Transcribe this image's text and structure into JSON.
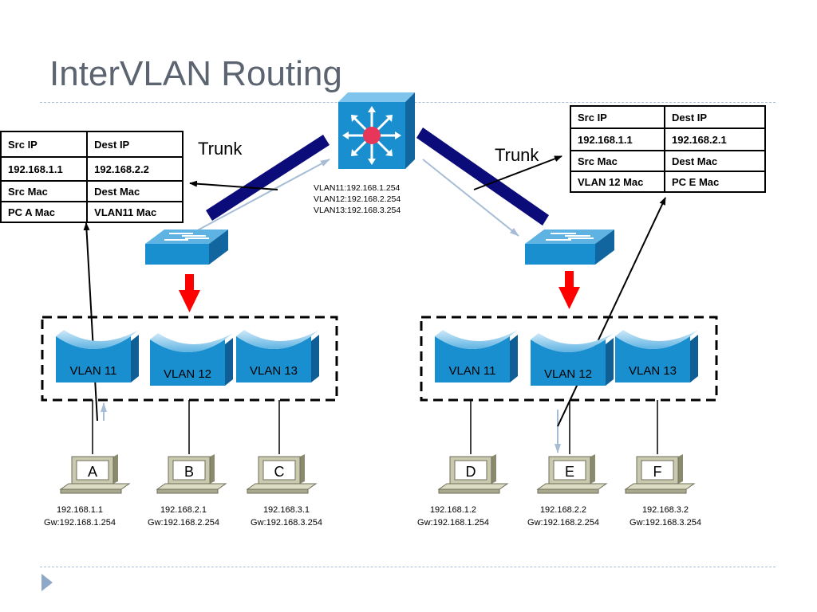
{
  "title": "InterVLAN Routing",
  "router_labels": [
    "VLAN11:192.168.1.254",
    "VLAN12:192.168.2.254",
    "VLAN13:192.168.3.254"
  ],
  "trunk_left": "Trunk",
  "trunk_right": "Trunk",
  "table_left": {
    "rows": [
      [
        "Src IP",
        "Dest IP"
      ],
      [
        "192.168.1.1",
        "192.168.2.2"
      ],
      [
        "Src Mac",
        "Dest Mac"
      ],
      [
        "PC A Mac",
        "VLAN11 Mac"
      ]
    ]
  },
  "table_right": {
    "rows": [
      [
        "Src IP",
        "Dest IP"
      ],
      [
        "192.168.1.1",
        "192.168.2.1"
      ],
      [
        "Src Mac",
        "Dest Mac"
      ],
      [
        "VLAN 12 Mac",
        "PC E Mac"
      ]
    ]
  },
  "vlans_left": [
    "VLAN 11",
    "VLAN 12",
    "VLAN 13"
  ],
  "vlans_right": [
    "VLAN 11",
    "VLAN 12",
    "VLAN 13"
  ],
  "pcs": [
    {
      "name": "A",
      "ip": "192.168.1.1",
      "gw": "Gw:192.168.1.254"
    },
    {
      "name": "B",
      "ip": "192.168.2.1",
      "gw": "Gw:192.168.2.254"
    },
    {
      "name": "C",
      "ip": "192.168.3.1",
      "gw": "Gw:192.168.3.254"
    },
    {
      "name": "D",
      "ip": "192.168.1.2",
      "gw": "Gw:192.168.1.254"
    },
    {
      "name": "E",
      "ip": "192.168.2.2",
      "gw": "Gw:192.168.2.254"
    },
    {
      "name": "F",
      "ip": "192.168.3.2",
      "gw": "Gw:192.168.3.254"
    }
  ],
  "colors": {
    "device_blue": "#1a8fd0",
    "trunk_navy": "#0b0c7a",
    "arrow_red": "#ff0000",
    "packet_arrow": "#a7bdd6"
  }
}
